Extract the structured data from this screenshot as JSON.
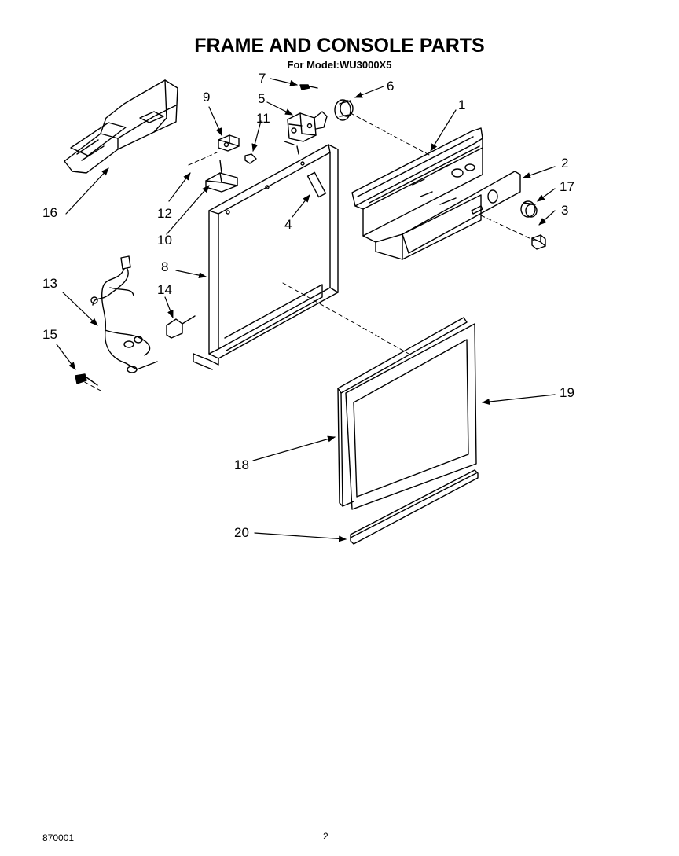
{
  "header": {
    "title": "FRAME AND CONSOLE PARTS",
    "model_line": "For Model:WU3000X5"
  },
  "callouts": [
    "1",
    "2",
    "3",
    "4",
    "5",
    "6",
    "7",
    "8",
    "9",
    "10",
    "11",
    "12",
    "13",
    "14",
    "15",
    "16",
    "17",
    "18",
    "19",
    "20"
  ],
  "footer": {
    "doc_number": "870001",
    "page_number": "2"
  }
}
